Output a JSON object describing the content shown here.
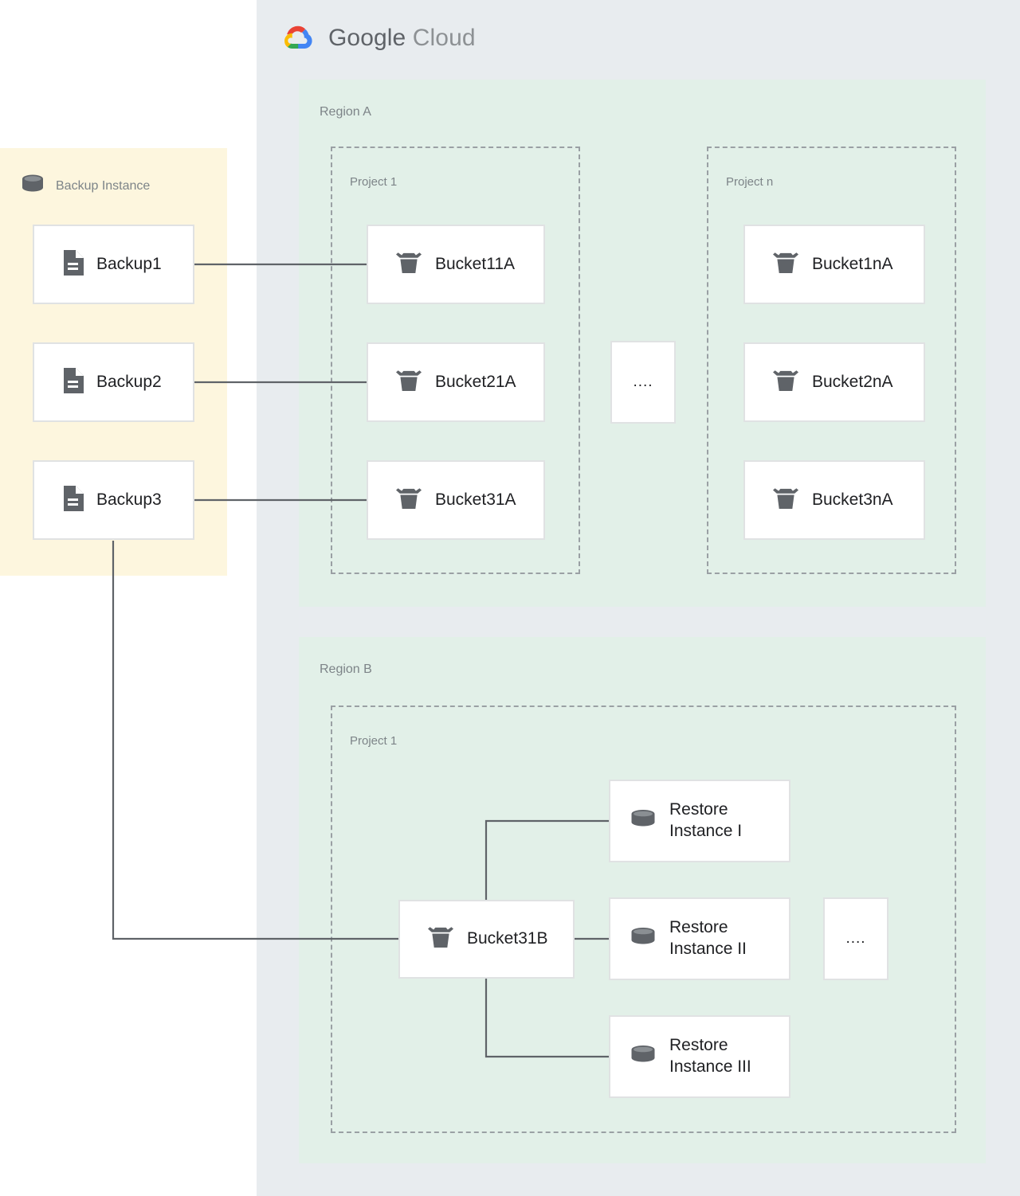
{
  "brand": {
    "name_part1": "Google ",
    "name_part2": "Cloud",
    "logo_icon": "google-cloud-logo",
    "colors": {
      "red": "#ea4335",
      "yellow": "#fbbc04",
      "green": "#34a853",
      "blue": "#4285f4",
      "container_bg": "#e8ecef",
      "region_bg": "#e2f0e8",
      "backup_panel_bg": "#fdf6de",
      "icon_gray": "#5f6368",
      "label_gray": "#7d8488",
      "card_border": "#e0e2e3",
      "wire": "#5f6368"
    }
  },
  "backup_panel": {
    "title": "Backup Instance",
    "title_icon": "database-icon",
    "items": [
      {
        "label": "Backup1",
        "icon": "document-icon"
      },
      {
        "label": "Backup2",
        "icon": "document-icon"
      },
      {
        "label": "Backup3",
        "icon": "document-icon"
      }
    ]
  },
  "regions": [
    {
      "label": "Region A",
      "projects": [
        {
          "label": "Project 1",
          "buckets": [
            {
              "label": "Bucket11A",
              "icon": "bucket-icon"
            },
            {
              "label": "Bucket21A",
              "icon": "bucket-icon"
            },
            {
              "label": "Bucket31A",
              "icon": "bucket-icon"
            }
          ]
        },
        {
          "label": "Project n",
          "buckets": [
            {
              "label": "Bucket1nA",
              "icon": "bucket-icon"
            },
            {
              "label": "Bucket2nA",
              "icon": "bucket-icon"
            },
            {
              "label": "Bucket3nA",
              "icon": "bucket-icon"
            }
          ]
        }
      ],
      "ellipsis": "...."
    },
    {
      "label": "Region B",
      "projects": [
        {
          "label": "Project 1",
          "buckets": [
            {
              "label": "Bucket31B",
              "icon": "bucket-icon"
            }
          ],
          "restore_instances": [
            {
              "label": "Restore\nInstance I",
              "icon": "database-icon"
            },
            {
              "label": "Restore\nInstance II",
              "icon": "database-icon"
            },
            {
              "label": "Restore\nInstance III",
              "icon": "database-icon"
            }
          ]
        }
      ],
      "ellipsis": "...."
    }
  ],
  "connections": [
    {
      "from": "Backup1",
      "to": "Bucket11A"
    },
    {
      "from": "Backup2",
      "to": "Bucket21A"
    },
    {
      "from": "Backup3",
      "to": "Bucket31B"
    },
    {
      "from": "Bucket31B",
      "to": "Restore Instance I"
    },
    {
      "from": "Bucket31B",
      "to": "Restore Instance II"
    },
    {
      "from": "Bucket31B",
      "to": "Restore Instance III"
    }
  ]
}
